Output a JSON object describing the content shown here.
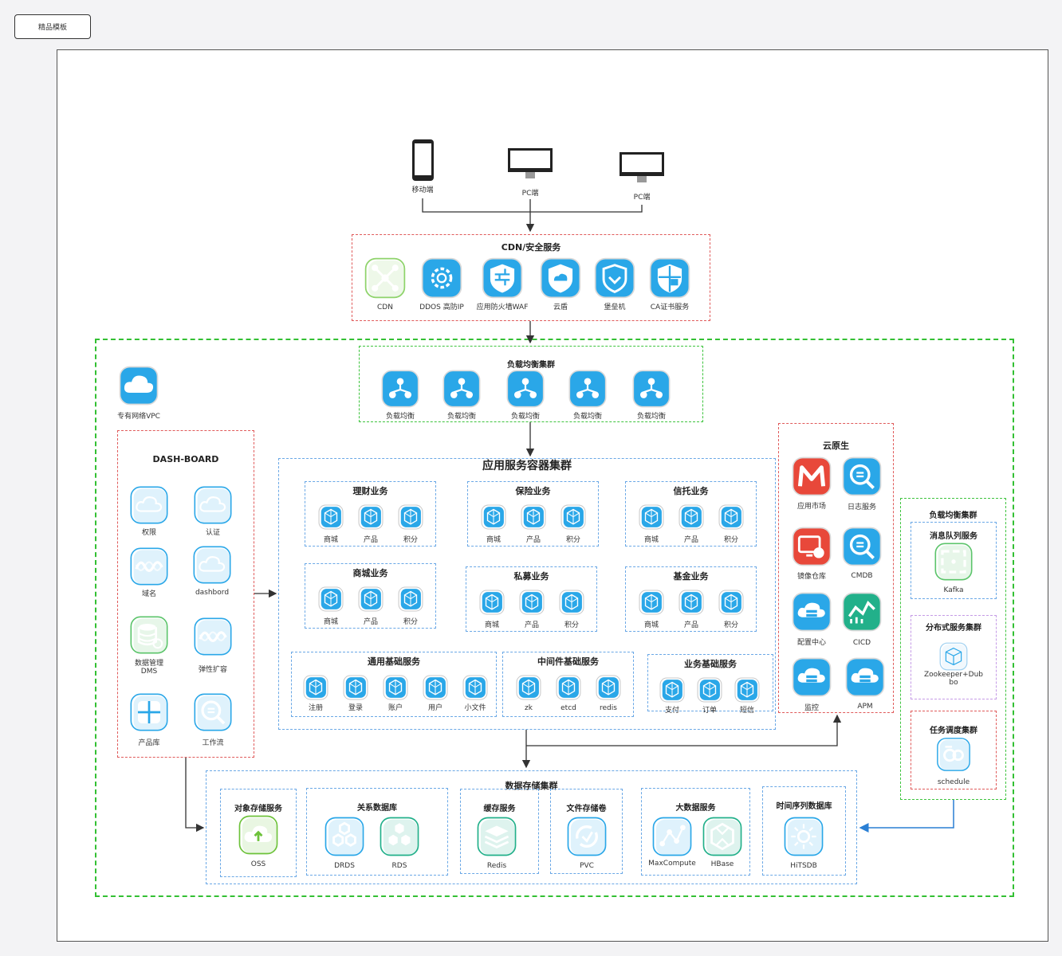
{
  "tag_label": "精品模板",
  "clients": [
    "移动端",
    "PC端",
    "PC端"
  ],
  "cdn": {
    "title": "CDN/安全服务",
    "items": [
      "CDN",
      "DDOS 高防IP",
      "应用防火墙WAF",
      "云盾",
      "堡垒机",
      "CA证书服务"
    ]
  },
  "vpc_label": "专有网络VPC",
  "lb": {
    "title": "负载均衡集群",
    "items": [
      "负载均衡",
      "负载均衡",
      "负载均衡",
      "负载均衡",
      "负载均衡"
    ]
  },
  "dashboard": {
    "title": "DASH-BOARD",
    "items": [
      "权限",
      "认证",
      "域名",
      "dashbord",
      "数据管理\nDMS",
      "弹性扩容",
      "产品库",
      "工作流"
    ]
  },
  "app": {
    "title": "应用服务容器集群",
    "groups": [
      {
        "title": "理财业务",
        "items": [
          "商城",
          "产品",
          "积分"
        ]
      },
      {
        "title": "保险业务",
        "items": [
          "商城",
          "产品",
          "积分"
        ]
      },
      {
        "title": "信托业务",
        "items": [
          "商城",
          "产品",
          "积分"
        ]
      },
      {
        "title": "商城业务",
        "items": [
          "商城",
          "产品",
          "积分"
        ]
      },
      {
        "title": "私募业务",
        "items": [
          "商城",
          "产品",
          "积分"
        ]
      },
      {
        "title": "基金业务",
        "items": [
          "商城",
          "产品",
          "积分"
        ]
      },
      {
        "title": "通用基础服务",
        "items": [
          "注册",
          "登录",
          "账户",
          "用户",
          "小文件"
        ]
      },
      {
        "title": "中间件基础服务",
        "items": [
          "zk",
          "etcd",
          "redis"
        ]
      },
      {
        "title": "业务基础服务",
        "items": [
          "支付",
          "订单",
          "短信"
        ]
      }
    ]
  },
  "cloud": {
    "title": "云原生",
    "items": [
      "应用市场",
      "日志服务",
      "镜像仓库",
      "CMDB",
      "配置中心",
      "CICD",
      "监控",
      "APM"
    ]
  },
  "right": {
    "title": "负载均衡集群",
    "mq": {
      "title": "消息队列服务",
      "item": "Kafka"
    },
    "dist": {
      "title": "分布式服务集群",
      "item": "Zookeeper+Dub\nbo"
    },
    "task": {
      "title": "任务调度集群",
      "item": "schedule"
    }
  },
  "storage": {
    "title": "数据存储集群",
    "groups": [
      {
        "title": "对象存储服务",
        "items": [
          "OSS"
        ]
      },
      {
        "title": "关系数据库",
        "items": [
          "DRDS",
          "RDS"
        ]
      },
      {
        "title": "缓存服务",
        "items": [
          "Redis"
        ]
      },
      {
        "title": "文件存储卷",
        "items": [
          "PVC"
        ]
      },
      {
        "title": "大数据服务",
        "items": [
          "MaxCompute",
          "HBase"
        ]
      },
      {
        "title": "时间序列数据库",
        "items": [
          "HiTSDB"
        ]
      }
    ]
  },
  "colors": {
    "blue": "#2aa7e8",
    "green": "#5bc46a",
    "red": "#e8483a",
    "teal": "#22b08a"
  }
}
